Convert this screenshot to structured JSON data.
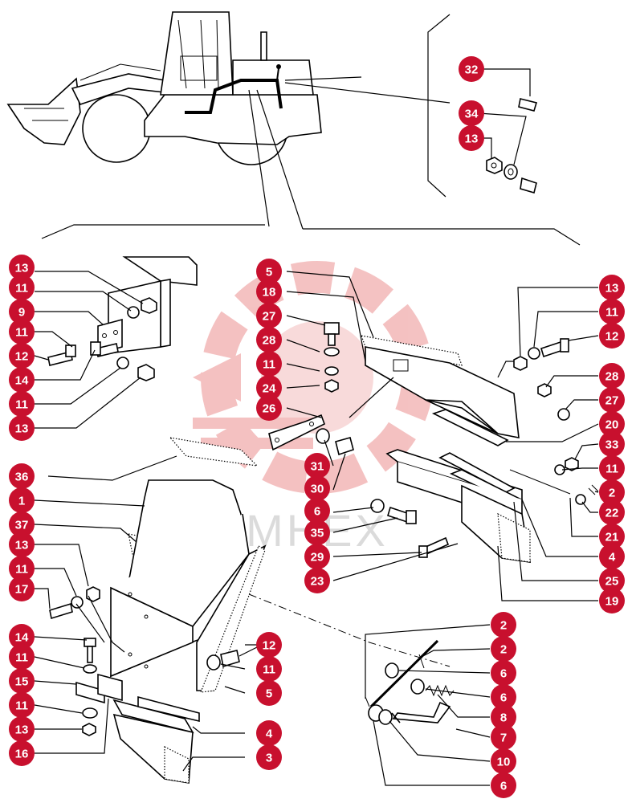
{
  "title": "",
  "brand": {
    "watermark_text": "MHEX",
    "callout_color": "#c8102e",
    "watermark_color": "#f2b8b8"
  },
  "callouts": [
    {
      "id": "c-32",
      "label": "32"
    },
    {
      "id": "c-34",
      "label": "34"
    },
    {
      "id": "c-13a",
      "label": "13"
    },
    {
      "id": "c-13b",
      "label": "13"
    },
    {
      "id": "c-11a",
      "label": "11"
    },
    {
      "id": "c-9",
      "label": "9"
    },
    {
      "id": "c-11b",
      "label": "11"
    },
    {
      "id": "c-12a",
      "label": "12"
    },
    {
      "id": "c-14a",
      "label": "14"
    },
    {
      "id": "c-11c",
      "label": "11"
    },
    {
      "id": "c-13c",
      "label": "13"
    },
    {
      "id": "c-5a",
      "label": "5"
    },
    {
      "id": "c-18",
      "label": "18"
    },
    {
      "id": "c-27a",
      "label": "27"
    },
    {
      "id": "c-28a",
      "label": "28"
    },
    {
      "id": "c-11d",
      "label": "11"
    },
    {
      "id": "c-24",
      "label": "24"
    },
    {
      "id": "c-26",
      "label": "26"
    },
    {
      "id": "c-13d",
      "label": "13"
    },
    {
      "id": "c-11e",
      "label": "11"
    },
    {
      "id": "c-12b",
      "label": "12"
    },
    {
      "id": "c-28b",
      "label": "28"
    },
    {
      "id": "c-27b",
      "label": "27"
    },
    {
      "id": "c-20",
      "label": "20"
    },
    {
      "id": "c-33",
      "label": "33"
    },
    {
      "id": "c-11f",
      "label": "11"
    },
    {
      "id": "c-2a",
      "label": "2"
    },
    {
      "id": "c-22",
      "label": "22"
    },
    {
      "id": "c-21",
      "label": "21"
    },
    {
      "id": "c-4a",
      "label": "4"
    },
    {
      "id": "c-25",
      "label": "25"
    },
    {
      "id": "c-19",
      "label": "19"
    },
    {
      "id": "c-31",
      "label": "31"
    },
    {
      "id": "c-30",
      "label": "30"
    },
    {
      "id": "c-6a",
      "label": "6"
    },
    {
      "id": "c-35",
      "label": "35"
    },
    {
      "id": "c-29",
      "label": "29"
    },
    {
      "id": "c-23",
      "label": "23"
    },
    {
      "id": "c-36",
      "label": "36"
    },
    {
      "id": "c-1",
      "label": "1"
    },
    {
      "id": "c-37",
      "label": "37"
    },
    {
      "id": "c-13e",
      "label": "13"
    },
    {
      "id": "c-11g",
      "label": "11"
    },
    {
      "id": "c-17",
      "label": "17"
    },
    {
      "id": "c-14b",
      "label": "14"
    },
    {
      "id": "c-11h",
      "label": "11"
    },
    {
      "id": "c-15",
      "label": "15"
    },
    {
      "id": "c-11i",
      "label": "11"
    },
    {
      "id": "c-13f",
      "label": "13"
    },
    {
      "id": "c-16",
      "label": "16"
    },
    {
      "id": "c-12c",
      "label": "12"
    },
    {
      "id": "c-11j",
      "label": "11"
    },
    {
      "id": "c-5b",
      "label": "5"
    },
    {
      "id": "c-4b",
      "label": "4"
    },
    {
      "id": "c-3",
      "label": "3"
    },
    {
      "id": "c-2b",
      "label": "2"
    },
    {
      "id": "c-2c",
      "label": "2"
    },
    {
      "id": "c-6b",
      "label": "6"
    },
    {
      "id": "c-6c",
      "label": "6"
    },
    {
      "id": "c-8",
      "label": "8"
    },
    {
      "id": "c-7",
      "label": "7"
    },
    {
      "id": "c-10",
      "label": "10"
    },
    {
      "id": "c-6d",
      "label": "6"
    }
  ]
}
